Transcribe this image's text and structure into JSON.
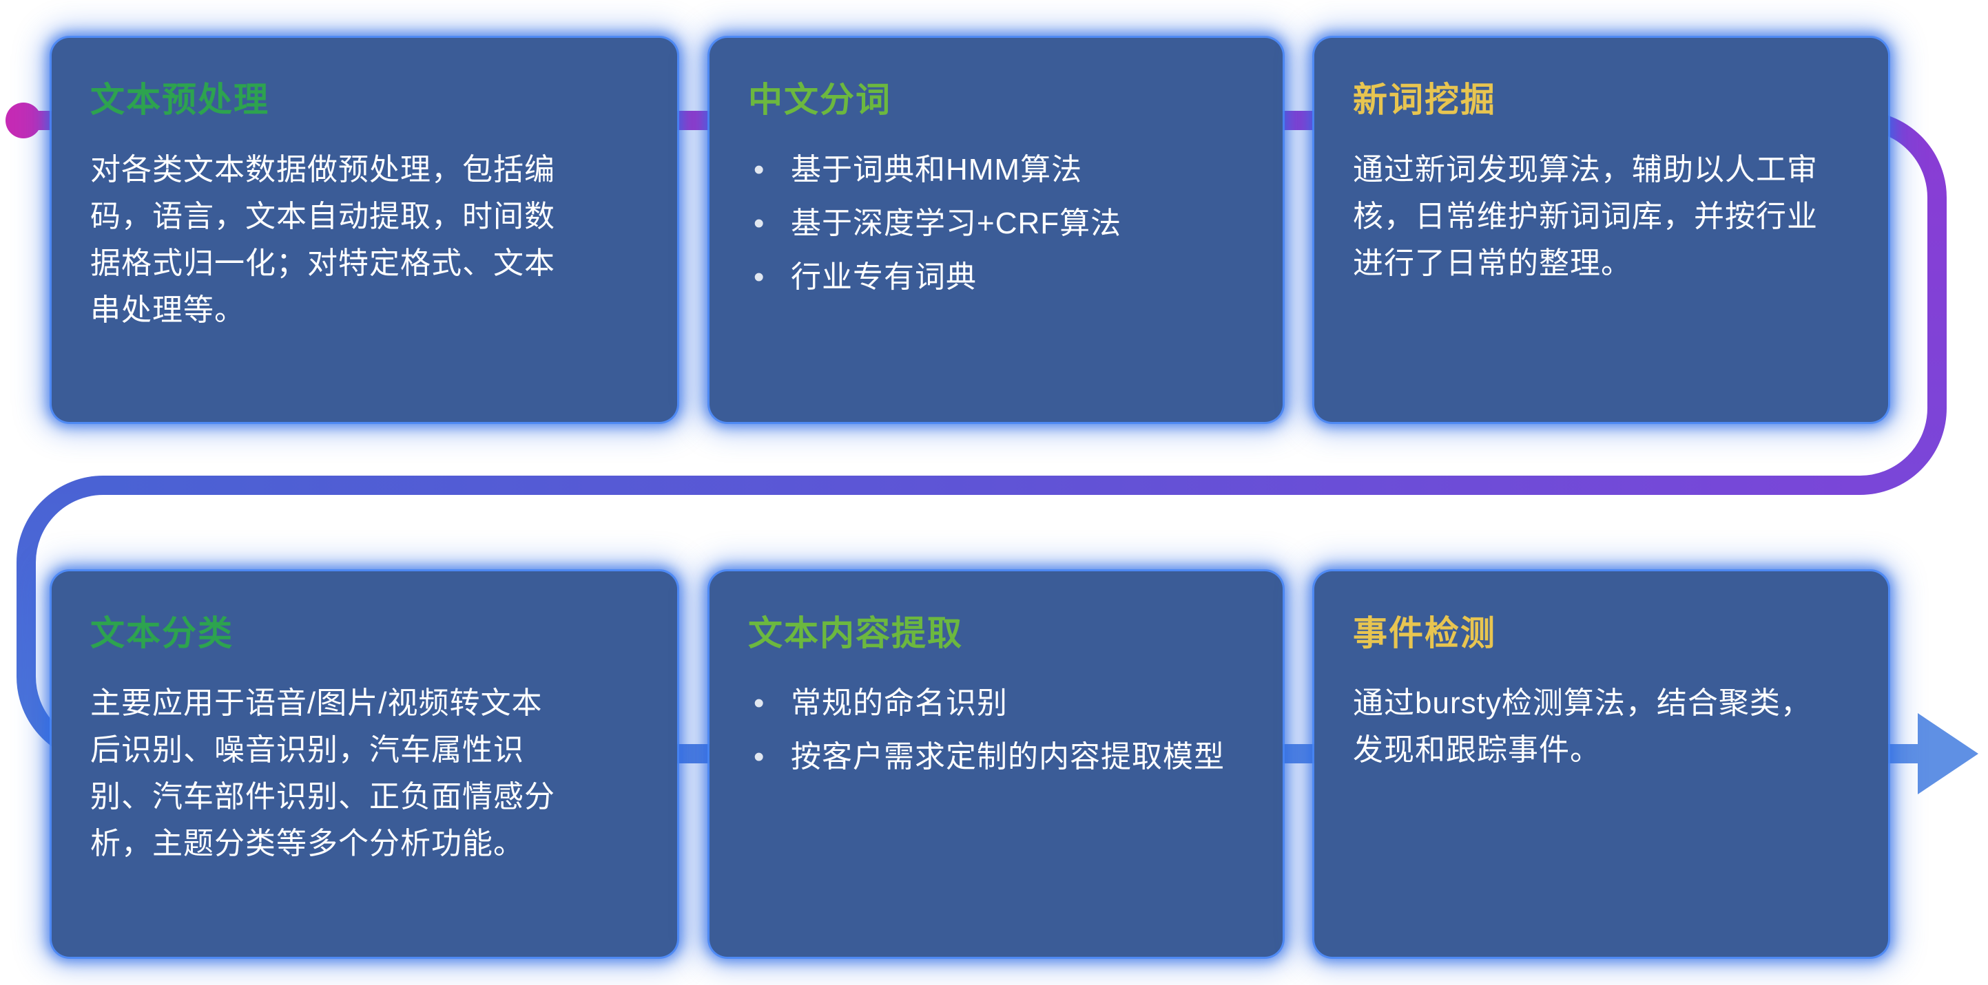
{
  "colors": {
    "page_bg": "#ffffff",
    "card_bg": "#3b5c97",
    "card_glow": "#2f6ce6",
    "body_text": "#ffffff",
    "title_green": "#2da34f",
    "title_light_green": "#6cb83f",
    "title_yellow": "#e8c550",
    "flow_magenta": "#c52bb5",
    "flow_purple": "#8a3cd4",
    "flow_blue": "#4a76da",
    "flow_light_blue": "#5f90e4"
  },
  "cards": [
    {
      "title": "文本预处理",
      "body": "对各类文本数据做预处理，包括编码，语言，文本自动提取，时间数据格式归一化；对特定格式、文本串处理等。"
    },
    {
      "title": "中文分词",
      "bullets": [
        "基于词典和HMM算法",
        "基于深度学习+CRF算法",
        "行业专有词典"
      ]
    },
    {
      "title": "新词挖掘",
      "body": "通过新词发现算法，辅助以人工审核，日常维护新词词库，并按行业进行了日常的整理。"
    },
    {
      "title": "文本分类",
      "body": "主要应用于语音/图片/视频转文本后识别、噪音识别，汽车属性识别、汽车部件识别、正负面情感分析，主题分类等多个分析功能。"
    },
    {
      "title": "文本内容提取",
      "bullets": [
        "常规的命名识别",
        "按客户需求定制的内容提取模型"
      ]
    },
    {
      "title": "事件检测",
      "body": "通过bursty检测算法，结合聚类，发现和跟踪事件。"
    }
  ]
}
